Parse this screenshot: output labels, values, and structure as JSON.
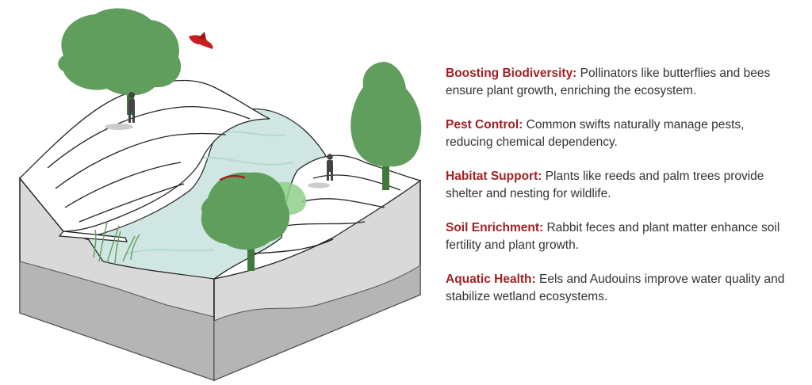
{
  "colors": {
    "accent": "#a31f24",
    "text": "#333333",
    "tree": "#5f9e5c",
    "water": "#cfe6e2",
    "soil": "#d9d9d9",
    "soil_dark": "#b5b5b5"
  },
  "icons": [
    "tree-icon",
    "bird-icon",
    "person-icon",
    "reed-icon",
    "eel-icon"
  ],
  "benefits": [
    {
      "title": "Boosting Biodiversity:",
      "text": "Pollinators like butterflies and bees ensure plant growth, enriching the ecosystem."
    },
    {
      "title": "Pest Control:",
      "text": "Common swifts naturally manage pests, reducing chemical dependency."
    },
    {
      "title": "Habitat Support:",
      "text": "Plants like reeds and palm trees provide shelter and nesting for wildlife."
    },
    {
      "title": "Soil Enrichment:",
      "text": "Rabbit feces and plant matter enhance soil fertility and plant growth."
    },
    {
      "title": "Aquatic Health:",
      "text": "Eels and Audouins improve water quality and stabilize wetland ecosystems."
    }
  ]
}
